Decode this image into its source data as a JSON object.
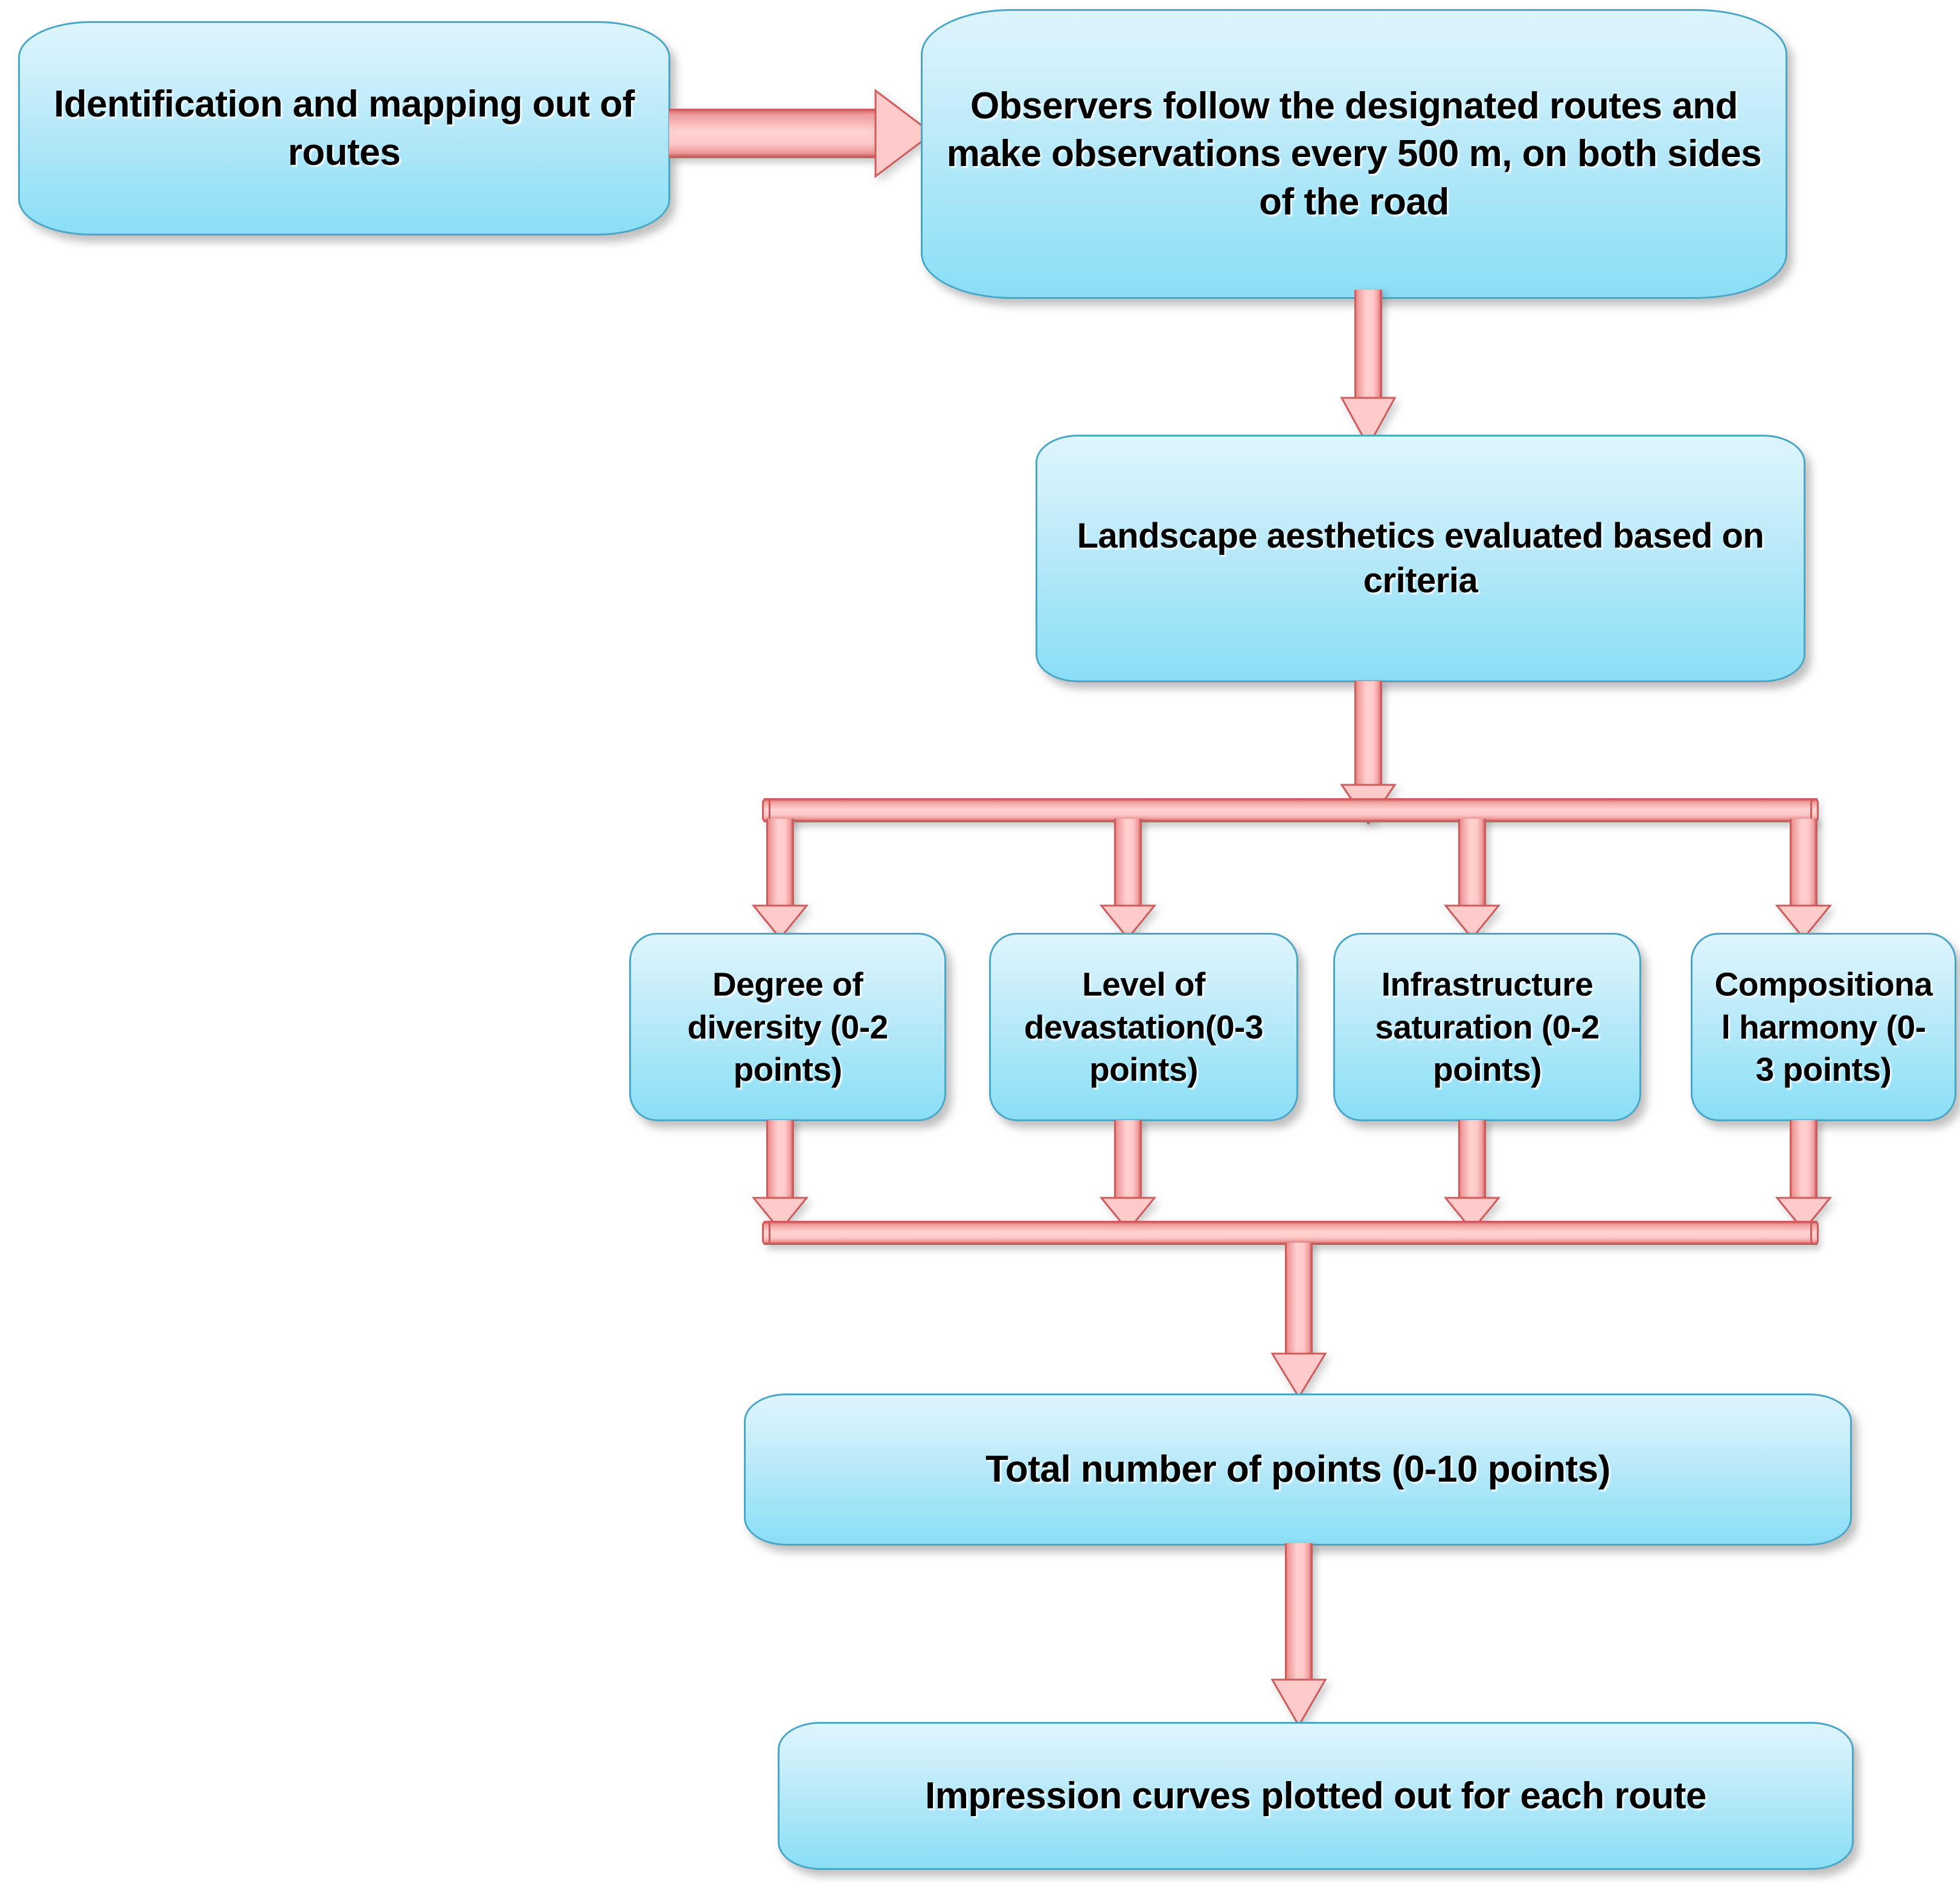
{
  "diagram": {
    "title": "Landscape aesthetics field-assessment workflow",
    "colors": {
      "node_fill_top": "#ddf4fc",
      "node_fill_bottom": "#8adef6",
      "node_border": "#4aa6c6",
      "arrow_fill": "#ffcbca",
      "arrow_border": "#cf5c5c",
      "text": "#000000",
      "background": "#ffffff"
    },
    "nodes": [
      {
        "id": "n1",
        "label": "Identification and mapping out of routes"
      },
      {
        "id": "n2",
        "label": "Observers follow the designated routes and make observations every 500 m, on both sides of the road"
      },
      {
        "id": "n3",
        "label": "Landscape aesthetics evaluated based on criteria"
      },
      {
        "id": "c1",
        "label": "Degree of diversity (0-2 points)"
      },
      {
        "id": "c2",
        "label": "Level of devastation(0-3 points)"
      },
      {
        "id": "c3",
        "label": "Infrastructure saturation (0-2 points)"
      },
      {
        "id": "c4",
        "label": "Compositiona\nl harmony (0-\n3 points)"
      },
      {
        "id": "n4",
        "label": "Total number of points (0-10 points)"
      },
      {
        "id": "n5",
        "label": "Impression curves plotted out for each route"
      }
    ],
    "edges": [
      {
        "id": "e1",
        "from": "n1",
        "to": "n2",
        "direction": "right"
      },
      {
        "id": "e2",
        "from": "n2",
        "to": "n3",
        "direction": "down"
      },
      {
        "id": "e3",
        "from": "n3",
        "to": "c1",
        "direction": "down-split"
      },
      {
        "id": "e4",
        "from": "n3",
        "to": "c2",
        "direction": "down-split"
      },
      {
        "id": "e5",
        "from": "n3",
        "to": "c3",
        "direction": "down-split"
      },
      {
        "id": "e6",
        "from": "n3",
        "to": "c4",
        "direction": "down-split"
      },
      {
        "id": "e7",
        "from": "c1",
        "to": "n4",
        "direction": "down-merge"
      },
      {
        "id": "e8",
        "from": "c2",
        "to": "n4",
        "direction": "down-merge"
      },
      {
        "id": "e9",
        "from": "c3",
        "to": "n4",
        "direction": "down-merge"
      },
      {
        "id": "e10",
        "from": "c4",
        "to": "n4",
        "direction": "down-merge"
      },
      {
        "id": "e11",
        "from": "n4",
        "to": "n5",
        "direction": "down"
      }
    ]
  }
}
